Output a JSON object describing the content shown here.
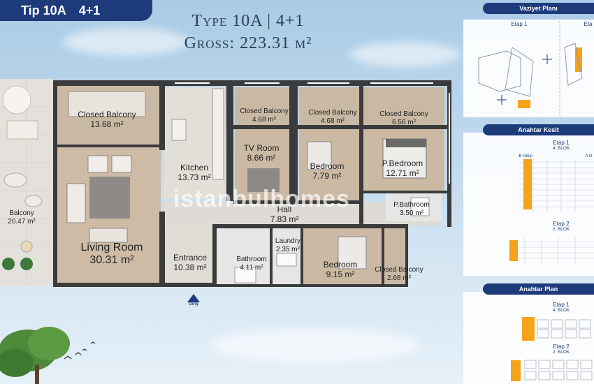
{
  "header": {
    "tip": "Tip 10A",
    "rooms": "4+1"
  },
  "title": {
    "line1": "Type 10A | 4+1",
    "line2": "Gross: 223.31 m²"
  },
  "rooms": [
    {
      "key": "closed-balcony-1",
      "name": "Closed Balcony",
      "area": "13.68 m²"
    },
    {
      "key": "balcony",
      "name": "Balcony",
      "area": "20.47 m²"
    },
    {
      "key": "living-room",
      "name": "Living Room",
      "area": "30.31 m²"
    },
    {
      "key": "kitchen",
      "name": "Kitchen",
      "area": "13.73 m²"
    },
    {
      "key": "entrance",
      "name": "Entrance",
      "area": "10.38 m²"
    },
    {
      "key": "closed-balcony-2",
      "name": "Closed Balcony",
      "area": "4.68 m²"
    },
    {
      "key": "tv-room",
      "name": "TV Room",
      "area": "8.66 m²"
    },
    {
      "key": "closed-balcony-3",
      "name": "Closed Balcony",
      "area": "4.68 m²"
    },
    {
      "key": "bedroom-1",
      "name": "Bedroom",
      "area": "7.79 m²"
    },
    {
      "key": "closed-balcony-4",
      "name": "Closed Balcony",
      "area": "6.56 m²"
    },
    {
      "key": "p-bedroom",
      "name": "P.Bedroom",
      "area": "12.71 m²"
    },
    {
      "key": "p-bathroom",
      "name": "P.Bathroom",
      "area": "3.50 m²"
    },
    {
      "key": "hall",
      "name": "Hall",
      "area": "7.83 m²"
    },
    {
      "key": "bathroom",
      "name": "Bathroom",
      "area": "4.11 m²"
    },
    {
      "key": "laundry",
      "name": "Laundry",
      "area": "2.35 m²"
    },
    {
      "key": "bedroom-2",
      "name": "Bedroom",
      "area": "9.15 m²"
    },
    {
      "key": "closed-balcony-5",
      "name": "Closed Balcony",
      "area": "2.68 m²"
    }
  ],
  "entrance_marker": "Giriş",
  "watermark": "istanbulhomes",
  "panel": {
    "site_plan": {
      "title": "Vaziyet Planı",
      "stage1": "Etap 1",
      "stage2": "Eta"
    },
    "key_section": {
      "title": "Anahtar Kesit",
      "stage1": "Etap 1",
      "block1": "4. BLOK",
      "side_b": "B Girişi",
      "side_a": "A G",
      "stage2": "Etap 2",
      "block2": "2. BLOK"
    },
    "key_plan": {
      "title": "Anahtar Plan",
      "stage1": "Etap 1",
      "block1": "4. BLOK",
      "stage2": "Etap 2",
      "block2": "2. BLOK"
    }
  },
  "colors": {
    "brand_navy": "#1d3a7a",
    "highlight_orange": "#f4a31a",
    "wall": "#3b3b3b",
    "floor_wood": "#c9b9a4",
    "floor_tile": "#dedad5"
  }
}
